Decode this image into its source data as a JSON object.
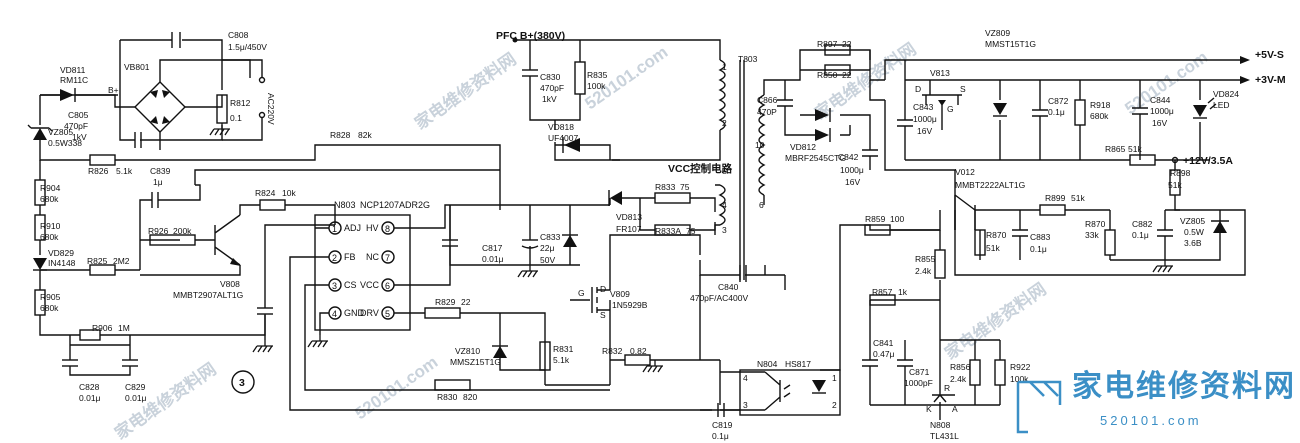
{
  "rails": {
    "pfc": "PFC B+(380V)",
    "out5": "+5V-S",
    "out3": "+3V-M",
    "out12": "+12V/3.5A",
    "bplus": "B+",
    "ac": "AC220V",
    "vcc_circuit": "VCC控制电路",
    "circled": "3"
  },
  "parts": {
    "c808": [
      "C808",
      "1.5μ/450V"
    ],
    "vd811": [
      "VD811",
      "RM11C"
    ],
    "vb801": [
      "VB801"
    ],
    "r812": [
      "R812",
      "0.1"
    ],
    "c805": [
      "C805",
      "470pF",
      "1kV"
    ],
    "vz805": [
      "VZ805",
      "0.5W338"
    ],
    "r826": [
      "R826",
      "5.1k"
    ],
    "r904": [
      "R904",
      "680k"
    ],
    "r910": [
      "R910",
      "680k"
    ],
    "vd829": [
      "VD829",
      "IN4148"
    ],
    "r905": [
      "R905",
      "680k"
    ],
    "r906": [
      "R906",
      "1M"
    ],
    "c828": [
      "C828",
      "0.01μ"
    ],
    "c829": [
      "C829",
      "0.01μ"
    ],
    "c839": [
      "C839",
      "1μ"
    ],
    "r824": [
      "R824",
      "10k"
    ],
    "r926": [
      "R926",
      "200k"
    ],
    "r825": [
      "R825",
      "2M2"
    ],
    "v808": [
      "V808",
      "MMBT2907ALT1G"
    ],
    "r828": [
      "R828",
      "82k"
    ],
    "n803": [
      "N803",
      "NCP1207ADR2G"
    ],
    "pins": [
      "1",
      "2",
      "3",
      "4",
      "5",
      "6",
      "7",
      "8"
    ],
    "pinnames": [
      "ADJ",
      "FB",
      "CS",
      "GND",
      "DRV",
      "VCC",
      "NC",
      "HV"
    ],
    "r829": [
      "R829",
      "22"
    ],
    "vz810": [
      "VZ810",
      "MMSZ15T1G"
    ],
    "r831": [
      "R831",
      "5.1k"
    ],
    "r830": [
      "R830",
      "820"
    ],
    "r832": [
      "R832",
      "0.82"
    ],
    "v809": [
      "V809",
      "1N5929B"
    ],
    "gds": [
      "D",
      "G",
      "S"
    ],
    "c830": [
      "C830",
      "470pF",
      "1kV"
    ],
    "r835": [
      "R835",
      "100k"
    ],
    "vd818": [
      "VD818",
      "UF4007"
    ],
    "t803": [
      "T803"
    ],
    "tpins": [
      "1",
      "2",
      "3",
      "4",
      "5",
      "6",
      "10"
    ],
    "vd813": [
      "VD813",
      "FR107"
    ],
    "r833": [
      "R833",
      "75"
    ],
    "r833a": [
      "R833A",
      "75"
    ],
    "c817": [
      "C817",
      "0.01μ"
    ],
    "c833": [
      "C833",
      "22μ",
      "50V"
    ],
    "c840": [
      "C840",
      "470pF/AC400V"
    ],
    "r897": [
      "R897",
      "22"
    ],
    "r850": [
      "R850",
      "22"
    ],
    "c866": [
      "C866",
      "470P"
    ],
    "vd812": [
      "VD812",
      "MBRF2545CTG"
    ],
    "c842": [
      "C842",
      "1000μ",
      "16V"
    ],
    "c843": [
      "C843",
      "1000μ",
      "16V"
    ],
    "vz809": [
      "VZ809",
      "MMST15T1G"
    ],
    "v813": [
      "V813"
    ],
    "c872": [
      "C872",
      "0.1μ"
    ],
    "r918": [
      "R918",
      "680k"
    ],
    "c844": [
      "C844",
      "1000μ",
      "16V"
    ],
    "vd824": [
      "VD824",
      "LED"
    ],
    "r865": [
      "R865",
      "51k"
    ],
    "v012": [
      "V012",
      "MMBT2222ALT1G"
    ],
    "r898": [
      "R898",
      "51k"
    ],
    "r899": [
      "R899",
      "51k"
    ],
    "r870": [
      "R870",
      "51k"
    ],
    "c883": [
      "C883",
      "0.1μ"
    ],
    "r870b": [
      "R870",
      "33k"
    ],
    "c882": [
      "C882",
      "0.1μ"
    ],
    "vz805b": [
      "VZ805",
      "0.5W",
      "3.6B"
    ],
    "r859": [
      "R859",
      "100"
    ],
    "r855": [
      "R855",
      "2.4k"
    ],
    "r857": [
      "R857",
      "1k"
    ],
    "c841": [
      "C841",
      "0.47μ"
    ],
    "c871": [
      "C871",
      "1000pF"
    ],
    "r856": [
      "R856",
      "2.4k"
    ],
    "r922": [
      "R922",
      "100k"
    ],
    "n808": [
      "N808",
      "TL431L"
    ],
    "kar": [
      "K",
      "A",
      "R"
    ],
    "n804": [
      "N804",
      "HS817"
    ],
    "optopins": [
      "4",
      "1",
      "3",
      "2"
    ],
    "c819": [
      "C819",
      "0.1μ"
    ]
  },
  "watermark": {
    "cn": "家电维修资料网",
    "url": "520101.com",
    "ghosts": [
      "家电维修资料网",
      "520101.com",
      "家电维修资料网",
      "520101.com",
      "家电维修资料网",
      "520101.com",
      "家电维修资料网"
    ]
  }
}
